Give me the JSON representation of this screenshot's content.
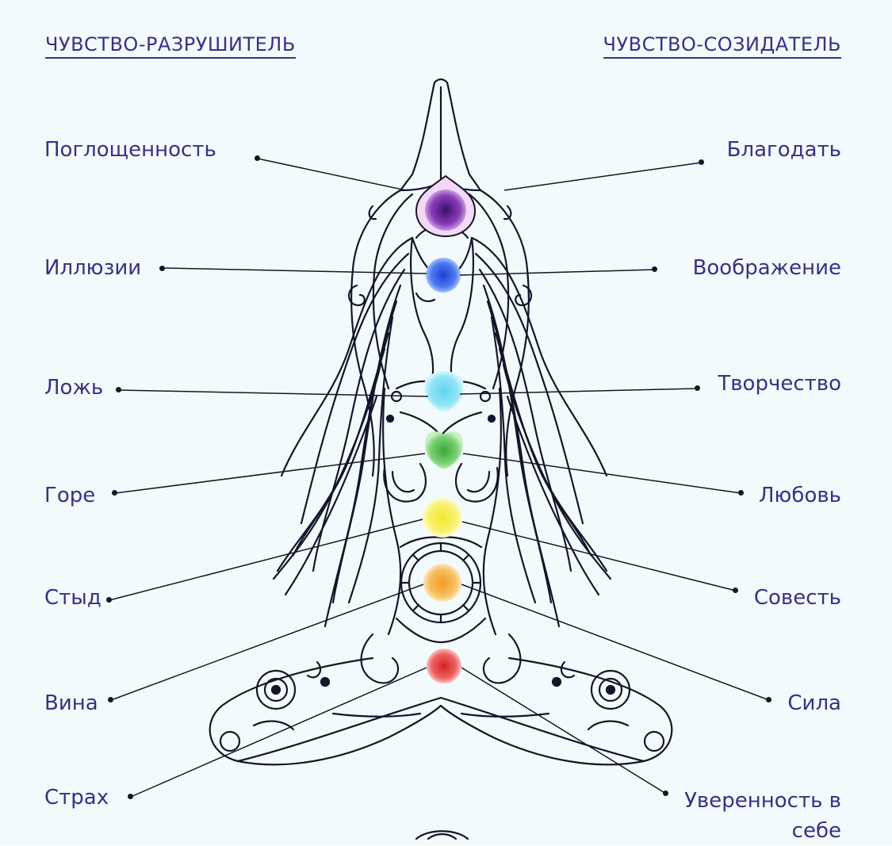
{
  "headers": {
    "left": "ЧУВСТВО-РАЗРУШИТЕЛЬ",
    "right": "ЧУВСТВО-СОЗИДАТЕЛЬ"
  },
  "emotions": [
    {
      "destroyer": "Поглощенность",
      "creator": "Благодать",
      "color": "#7b2fa8"
    },
    {
      "destroyer": "Иллюзии",
      "creator": "Воображение",
      "color": "#3a63e0"
    },
    {
      "destroyer": "Ложь",
      "creator": "Творчество",
      "color": "#6fd8ee"
    },
    {
      "destroyer": "Горе",
      "creator": "Любовь",
      "color": "#5fc85a"
    },
    {
      "destroyer": "Стыд",
      "creator": "Совесть",
      "color": "#f2ec3c"
    },
    {
      "destroyer": "Вина",
      "creator": "Сила",
      "color": "#f0a92a"
    },
    {
      "destroyer": "Страх",
      "creator": "Уверенность в себе",
      "color": "#e23b3b"
    }
  ],
  "colors": {
    "text": "#3b2f86",
    "line": "#15152a",
    "background": "#f3fafb"
  }
}
